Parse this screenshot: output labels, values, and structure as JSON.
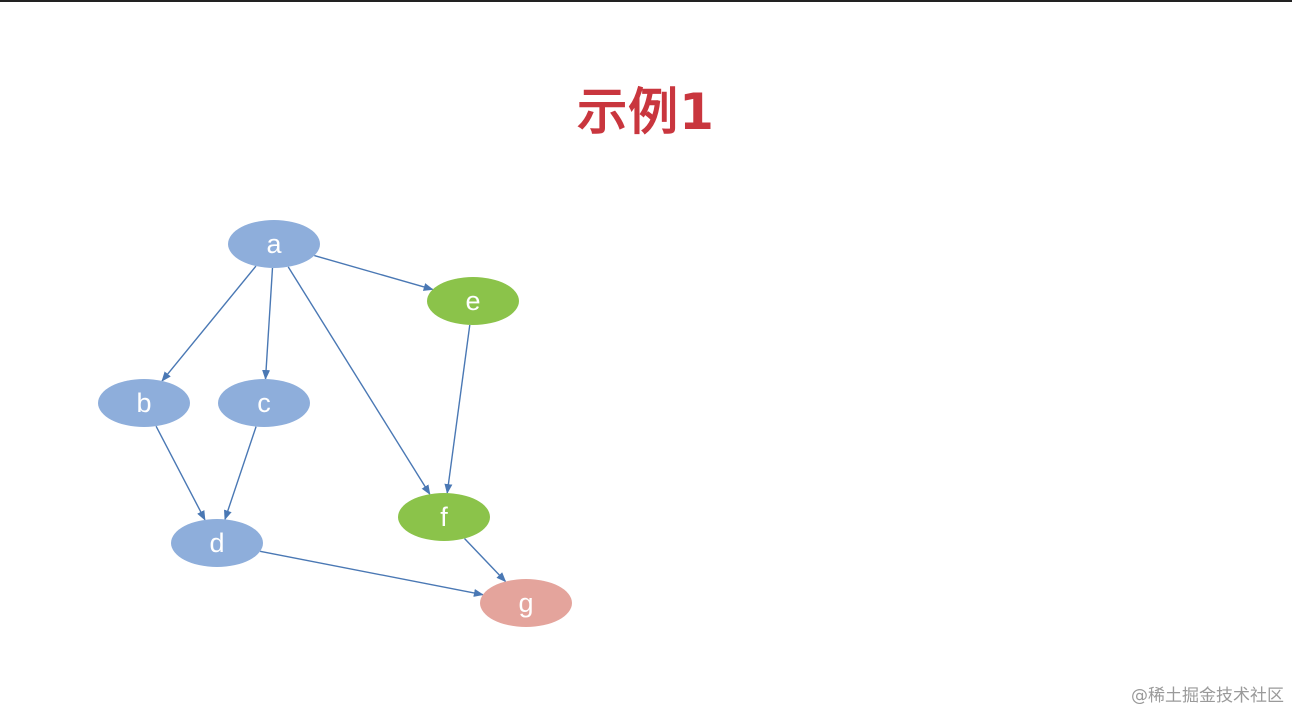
{
  "slide": {
    "title": "示例1",
    "watermark": "@稀土掘金技术社区"
  },
  "graph": {
    "colors": {
      "blue": "#8eaedb",
      "green": "#8bc34a",
      "red": "#e4a49c",
      "edge": "#4a78b4",
      "title": "#c9363e"
    },
    "nodes": [
      {
        "id": "a",
        "label": "a",
        "color": "blue"
      },
      {
        "id": "b",
        "label": "b",
        "color": "blue"
      },
      {
        "id": "c",
        "label": "c",
        "color": "blue"
      },
      {
        "id": "d",
        "label": "d",
        "color": "blue"
      },
      {
        "id": "e",
        "label": "e",
        "color": "green"
      },
      {
        "id": "f",
        "label": "f",
        "color": "green"
      },
      {
        "id": "g",
        "label": "g",
        "color": "red"
      }
    ],
    "edges": [
      {
        "from": "a",
        "to": "b"
      },
      {
        "from": "a",
        "to": "c"
      },
      {
        "from": "a",
        "to": "e"
      },
      {
        "from": "a",
        "to": "f"
      },
      {
        "from": "b",
        "to": "d"
      },
      {
        "from": "c",
        "to": "d"
      },
      {
        "from": "d",
        "to": "g"
      },
      {
        "from": "e",
        "to": "f"
      },
      {
        "from": "f",
        "to": "g"
      }
    ]
  }
}
